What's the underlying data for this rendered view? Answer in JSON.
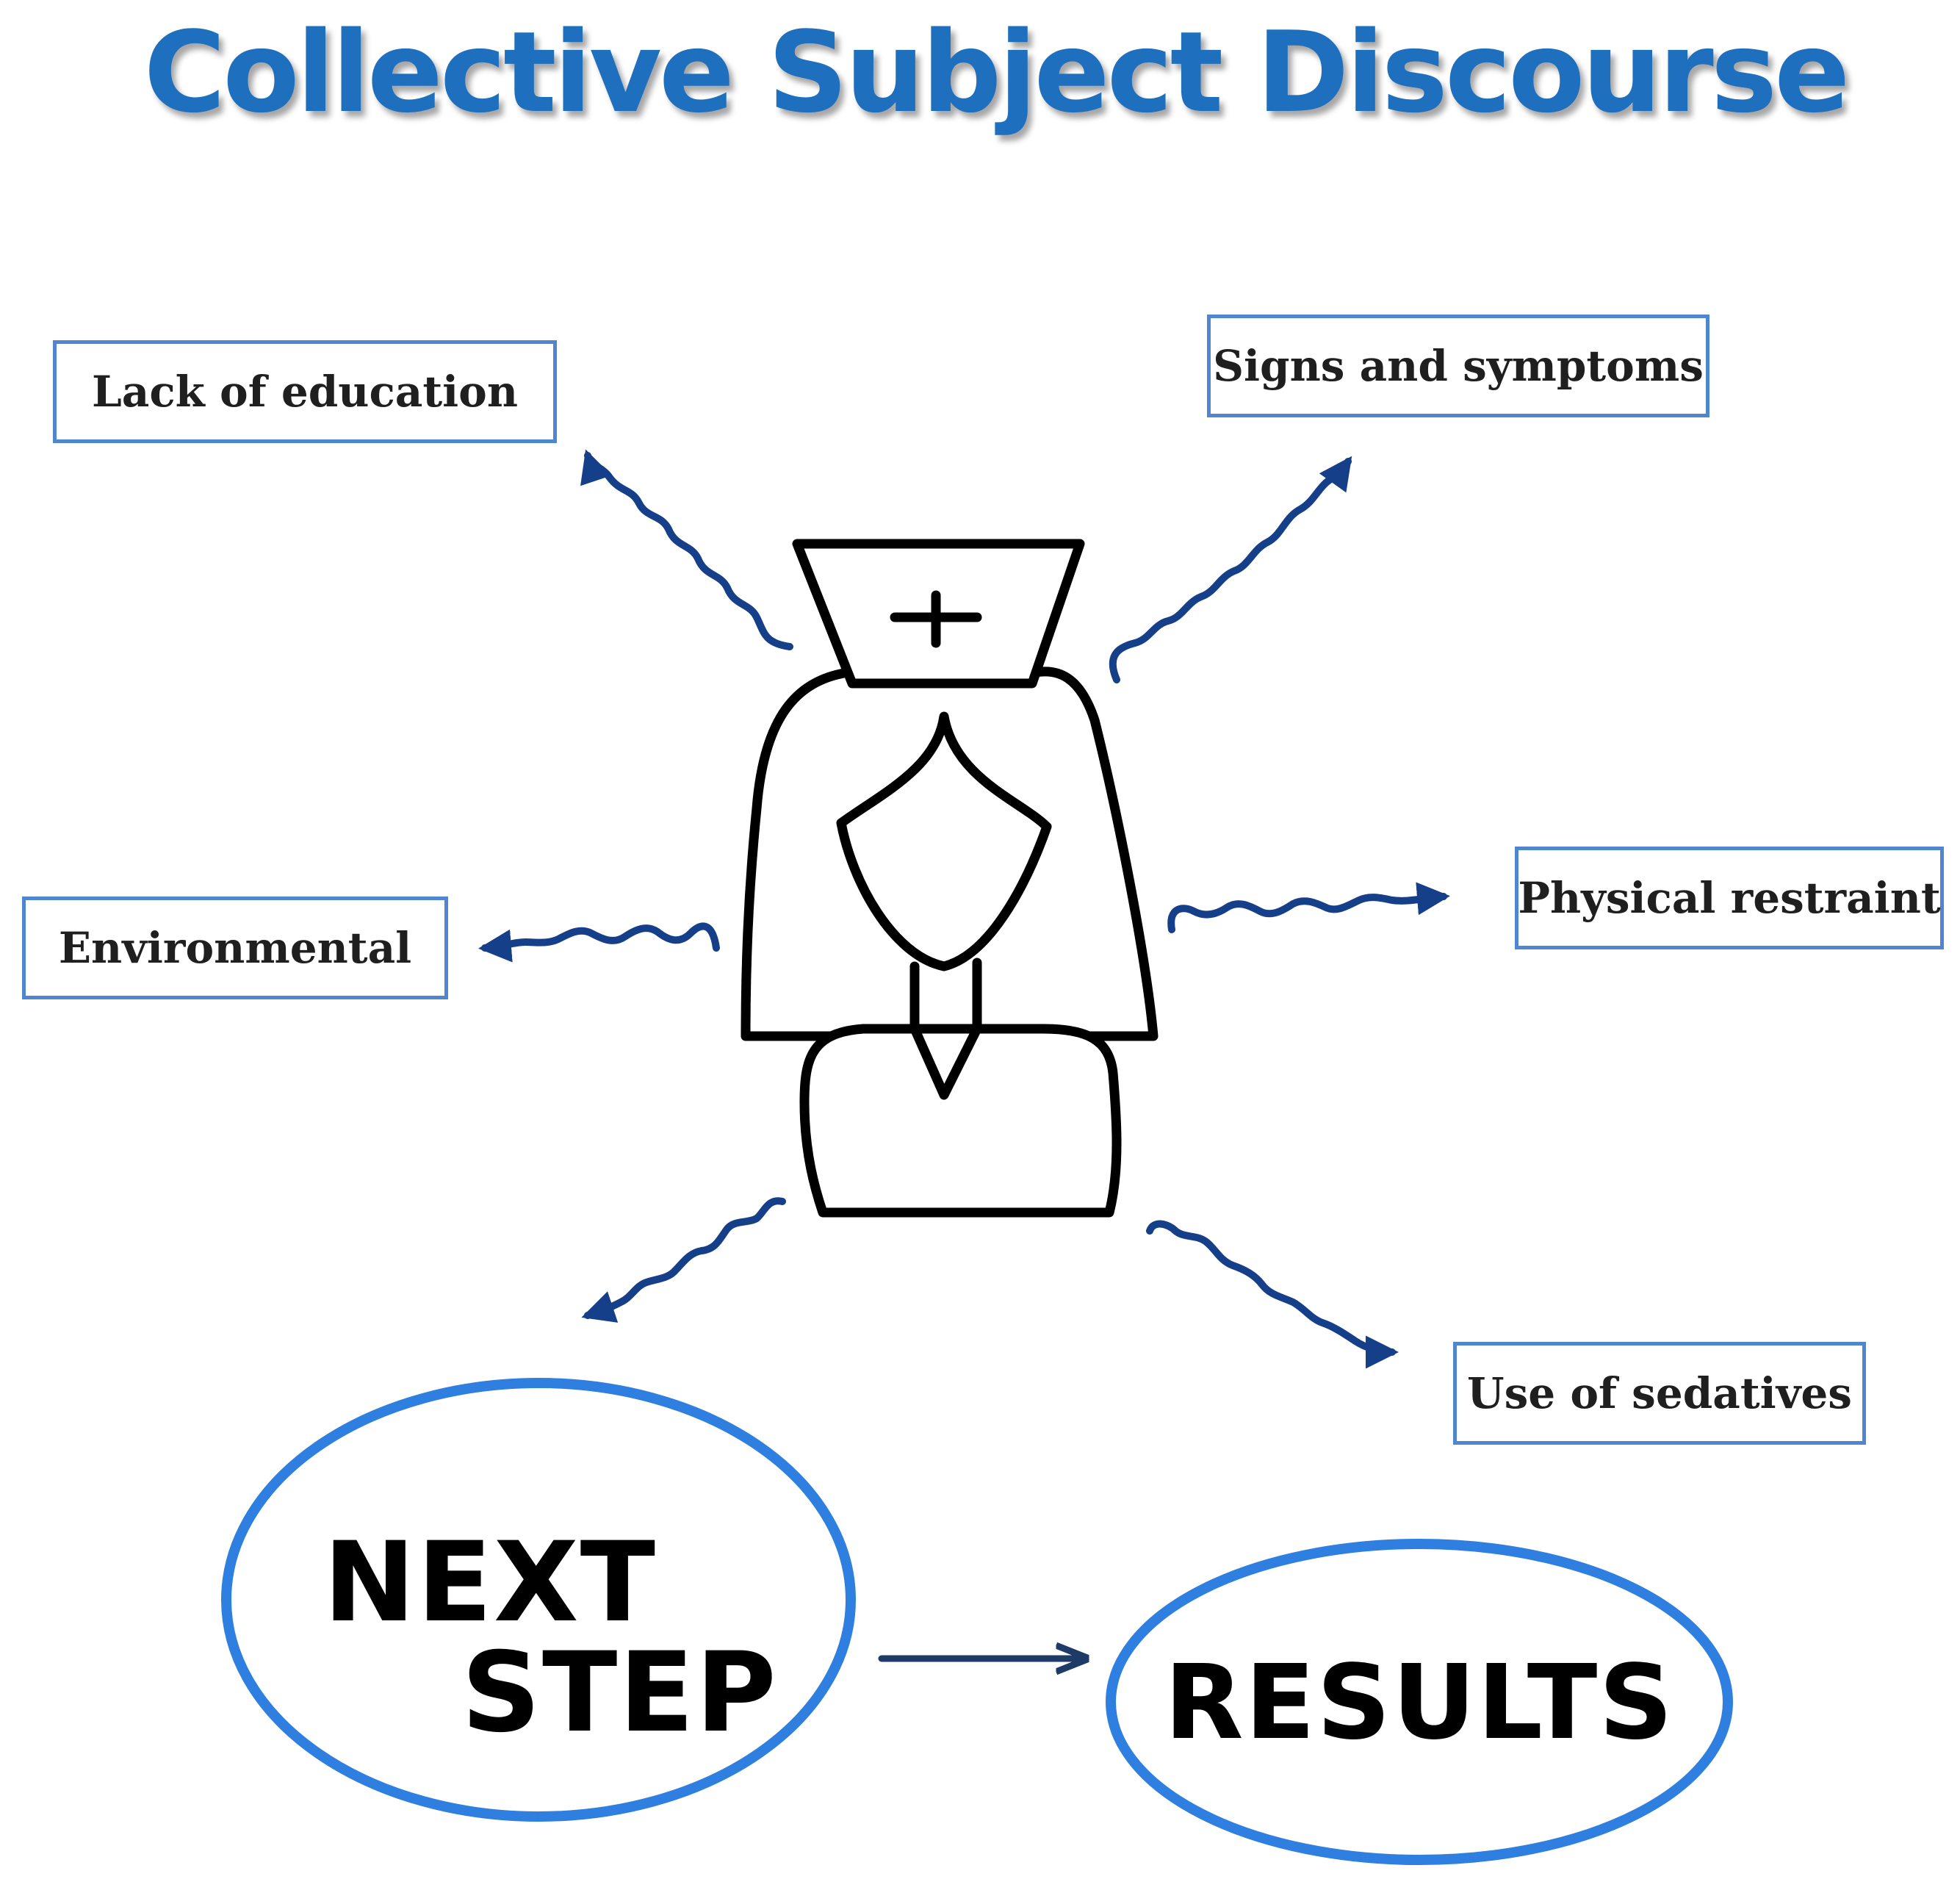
{
  "title": "Collective Subject Discourse",
  "boxes": {
    "lack_of_education": "Lack of education",
    "signs_and_symptoms": "Signs and symptoms",
    "environmental": "Environmental",
    "physical_restraint": "Physical restraint",
    "use_of_sedatives": "Use of sedatives"
  },
  "next_step": {
    "line1": "NEXT",
    "line2": "STEP"
  },
  "results": "RESULTS",
  "colors": {
    "title": "#1f6fbf",
    "arrows": "#163f8a",
    "box_border": "#4f86cf",
    "ellipse": "#2e7fe0",
    "figure": "#000000"
  },
  "icons": {
    "figure": "nurse-icon",
    "cross": "plus-icon"
  }
}
